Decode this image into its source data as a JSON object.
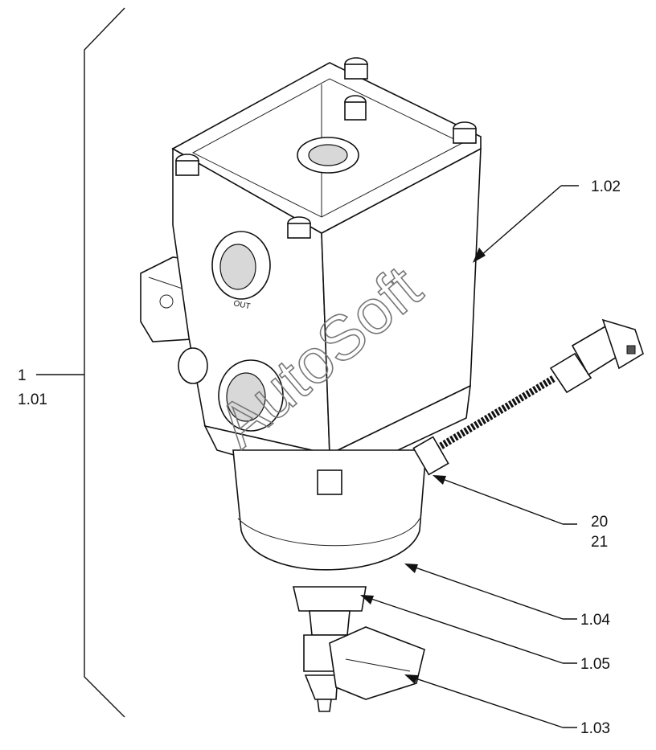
{
  "watermark": "AutoSoft",
  "part_port_label": "OUT",
  "callouts": {
    "assembly_id": "1",
    "assembly_sub": "1.01",
    "housing": "1.02",
    "bowl": "1.04",
    "bowl_seal": "1.05",
    "drain_valve": "1.03",
    "sensor_a": "20",
    "sensor_b": "21"
  },
  "colors": {
    "line": "#111111",
    "shade": "#d8d8d8",
    "watermark": "#777777"
  }
}
